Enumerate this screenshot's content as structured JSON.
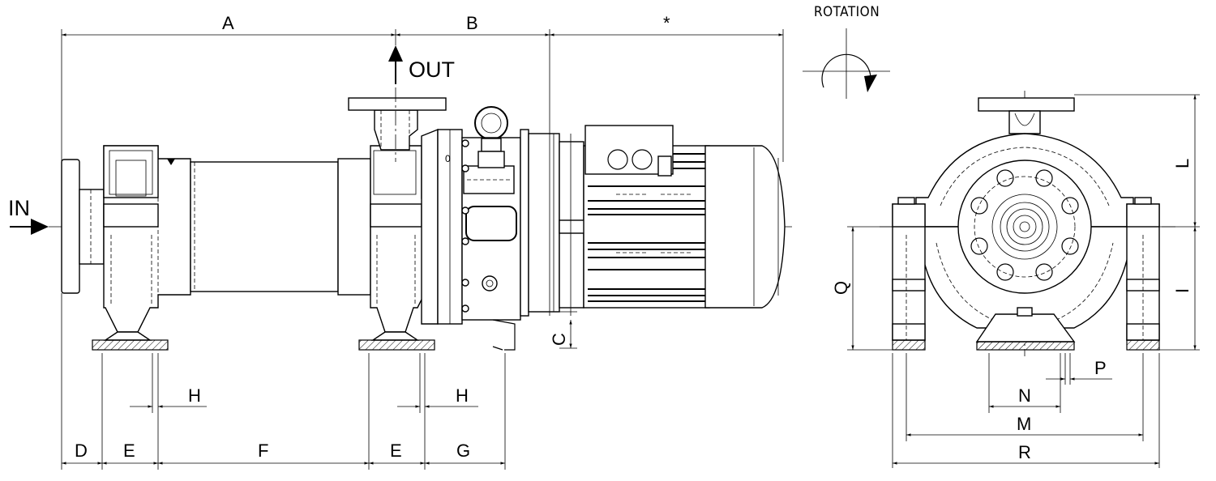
{
  "flow": {
    "inlet": "IN",
    "outlet": "OUT"
  },
  "rotation": {
    "label": "ROTATION"
  },
  "dimensions": {
    "A": "A",
    "B": "B",
    "star": "*",
    "C": "C",
    "D": "D",
    "E": "E",
    "F": "F",
    "G": "G",
    "H": "H",
    "I": "I",
    "L": "L",
    "M": "M",
    "N": "N",
    "P": "P",
    "Q": "Q",
    "R": "R"
  },
  "motor": {
    "label": "0"
  },
  "colors": {
    "line": "#000000",
    "background": "#ffffff"
  }
}
